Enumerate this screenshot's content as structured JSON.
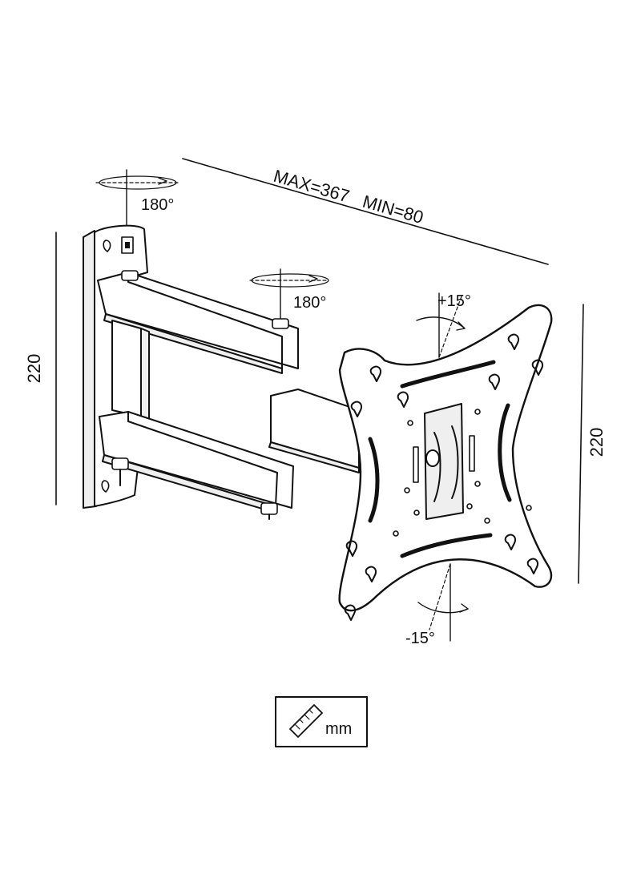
{
  "dimensions": {
    "arm_length": "MAX=367   MIN=80",
    "left_height": "220",
    "right_height": "220"
  },
  "angles": {
    "wall_swivel": "180°",
    "arm_swivel": "180°",
    "tilt_up": "+15°",
    "tilt_down": "-15°"
  },
  "units": {
    "label": "mm",
    "icon": "ruler-icon"
  },
  "colors": {
    "line": "#111111",
    "background": "#ffffff"
  }
}
